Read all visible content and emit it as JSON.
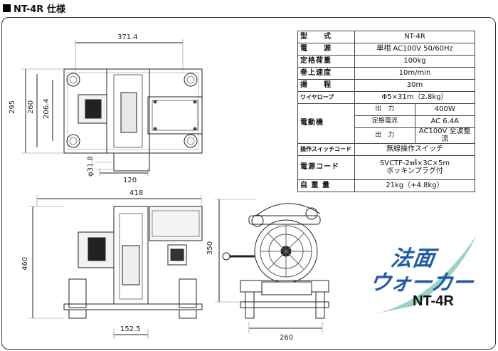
{
  "header": {
    "title": "NT-4R 仕様"
  },
  "dimensions": {
    "top_width": "371.4",
    "top_height_outer": "295",
    "top_height_mid": "260",
    "top_height_inner": "206.4",
    "drum_dia": "φ31.8",
    "drum_width": "120",
    "front_width": "418",
    "front_height": "460",
    "front_base": "152.5",
    "side_height": "350",
    "side_base": "260"
  },
  "spec": {
    "rows": [
      {
        "label": "型　　式",
        "value": "NT-4R"
      },
      {
        "label": "電　　源",
        "value": "単相 AC100V 50/60Hz"
      },
      {
        "label": "定格荷重",
        "value": "100kg"
      },
      {
        "label": "巻上速度",
        "value": "10m/min"
      },
      {
        "label": "揚　　程",
        "value": "30m"
      },
      {
        "label": "ワイヤロープ",
        "value": "Φ5×31m（2.8kg）"
      }
    ],
    "motor": {
      "label": "電動機",
      "rows": [
        {
          "label": "出　力",
          "value": "400W"
        },
        {
          "label": "定格電流",
          "value": "AC 6.4A"
        },
        {
          "label": "出　力",
          "value": "AC100V 全波整流"
        }
      ]
    },
    "switch": {
      "label": "操作スイッチコード",
      "value": "無線操作スイッチ"
    },
    "cord": {
      "label": "電源コード",
      "value_line1": "SVCTF-2㎟×3C×5m",
      "value_line2": "ボッキンプラグ付"
    },
    "weight": {
      "label": "自 重 量",
      "value": "21kg（+4.8kg）"
    }
  },
  "brand": {
    "line1": "法面",
    "line2": "ウォーカー",
    "model": "NT-4R"
  },
  "colors": {
    "brand_blue": "#1f5aa8",
    "brand_swoosh": "#7fc8b8"
  }
}
